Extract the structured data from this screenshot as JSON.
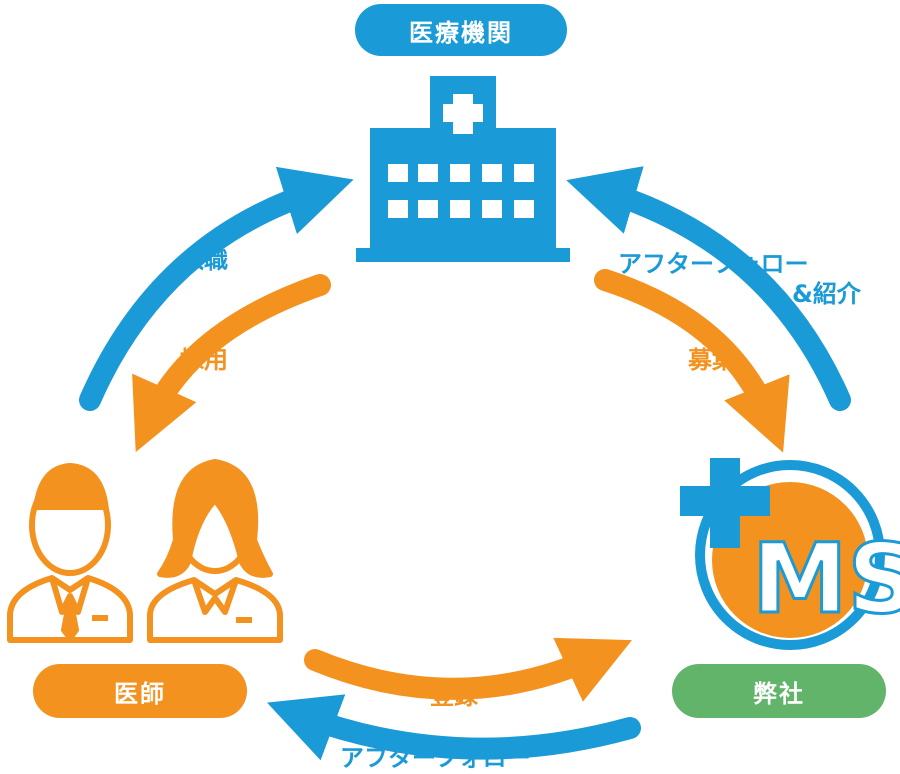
{
  "nodes": {
    "hospital": {
      "label": "医療機関",
      "color": "#1a9ad6"
    },
    "doctors": {
      "label": "医師",
      "color": "#f3921f"
    },
    "company": {
      "label": "弊社",
      "color": "#62b46a"
    }
  },
  "edges": {
    "join": {
      "label": "入職",
      "color": "#1a9ad6"
    },
    "hire": {
      "label": "採用",
      "color": "#f3921f"
    },
    "followintro": {
      "label_line1": "アフターフォロー",
      "label_line2": "&紹介",
      "color": "#1a9ad6"
    },
    "recruit": {
      "label": "募集",
      "color": "#f3921f"
    },
    "register": {
      "label": "登録",
      "color": "#f3921f"
    },
    "follow": {
      "label": "アフターフォロー",
      "color": "#1a9ad6"
    }
  },
  "logo": {
    "text": "MSS",
    "icon": "plus-icon",
    "colors": {
      "blue": "#1a9ad6",
      "orange": "#f3921f"
    }
  }
}
